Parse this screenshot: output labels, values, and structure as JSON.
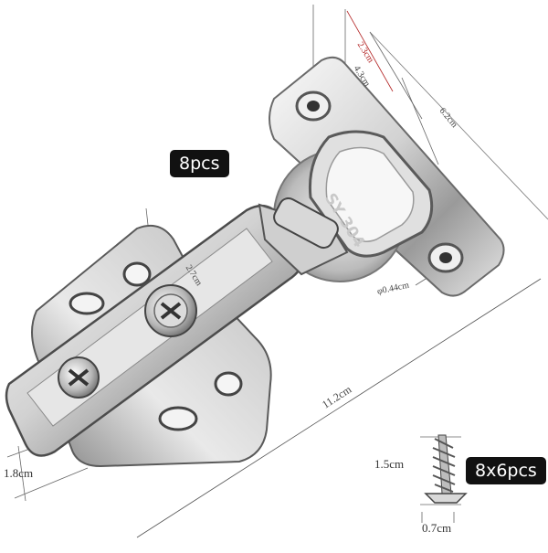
{
  "badges": {
    "hinge_count": "8pcs",
    "screw_count": "8x6pcs"
  },
  "hinge": {
    "stamp": "SY 304"
  },
  "dimensions": {
    "d1": "2.3cm",
    "d2": "4.3cm",
    "d3": "6.2cm",
    "d4": "2.7cm",
    "d5": "φ0.44cm",
    "d6": "11.2cm",
    "d7": "1.8cm",
    "screw_length": "1.5cm",
    "screw_width": "0.7cm"
  },
  "colors": {
    "metal_light": "#f4f4f4",
    "metal_mid": "#c8c8c8",
    "metal_dark": "#6f6f6f",
    "badge_bg": "#111111",
    "dim_line": "#555555",
    "dim_accent": "#b22222"
  }
}
